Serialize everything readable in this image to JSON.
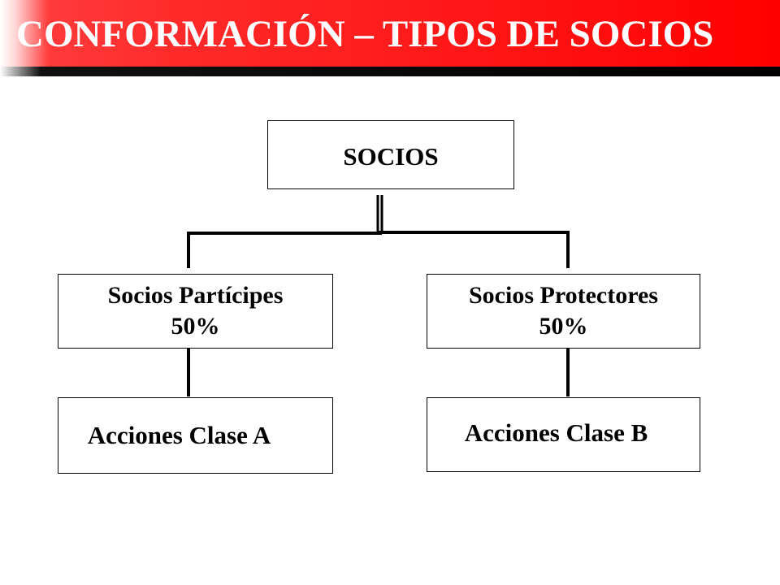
{
  "slide": {
    "title": "CONFORMACIÓN – TIPOS DE SOCIOS"
  },
  "org_chart": {
    "root": {
      "label": "SOCIOS"
    },
    "participes": {
      "name": "Socios Partícipes",
      "share": "50%",
      "shares_class": "Acciones Clase A"
    },
    "protectores": {
      "name": "Socios Protectores",
      "share": "50%",
      "shares_class": "Acciones Clase B"
    }
  },
  "colors": {
    "title_bar": "#ff0000",
    "title_text": "#ffffff",
    "rule": "#000000",
    "box_border": "#000000",
    "text": "#000000"
  }
}
